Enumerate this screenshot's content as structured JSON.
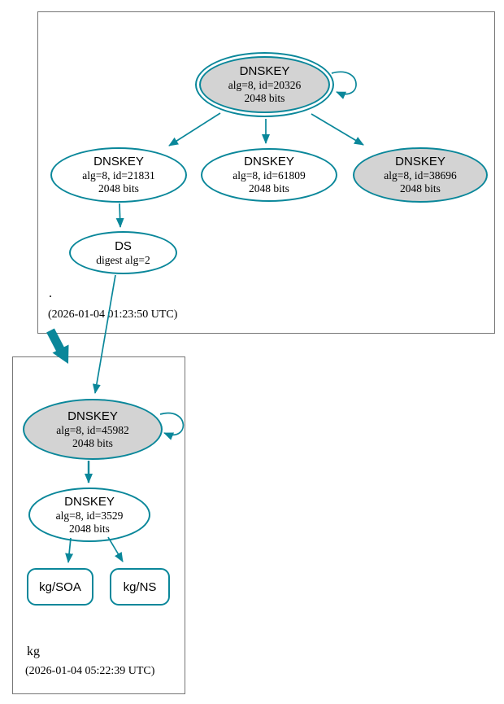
{
  "diagram": {
    "kind": "dnssec-authentication-chain",
    "colors": {
      "secure_accent": "#0a879a",
      "key_fill": "#d3d3d3",
      "zone_box_border": "#767676",
      "text": "#000000"
    },
    "root_zone": {
      "label": ".",
      "timestamp": "(2026-01-04 01:23:50 UTC)",
      "ksk": {
        "title": "DNSKEY",
        "params": "alg=8, id=20326",
        "bits": "2048 bits"
      },
      "zsk": {
        "title": "DNSKEY",
        "params": "alg=8, id=21831",
        "bits": "2048 bits"
      },
      "dnskey_61809": {
        "title": "DNSKEY",
        "params": "alg=8, id=61809",
        "bits": "2048 bits"
      },
      "dnskey_38696": {
        "title": "DNSKEY",
        "params": "alg=8, id=38696",
        "bits": "2048 bits"
      },
      "ds": {
        "title": "DS",
        "params": "digest alg=2"
      }
    },
    "kg_zone": {
      "label": "kg",
      "timestamp": "(2026-01-04 05:22:39 UTC)",
      "ksk": {
        "title": "DNSKEY",
        "params": "alg=8, id=45982",
        "bits": "2048 bits"
      },
      "zsk": {
        "title": "DNSKEY",
        "params": "alg=8, id=3529",
        "bits": "2048 bits"
      },
      "rrset_soa": {
        "label": "kg/SOA"
      },
      "rrset_ns": {
        "label": "kg/NS"
      }
    }
  }
}
